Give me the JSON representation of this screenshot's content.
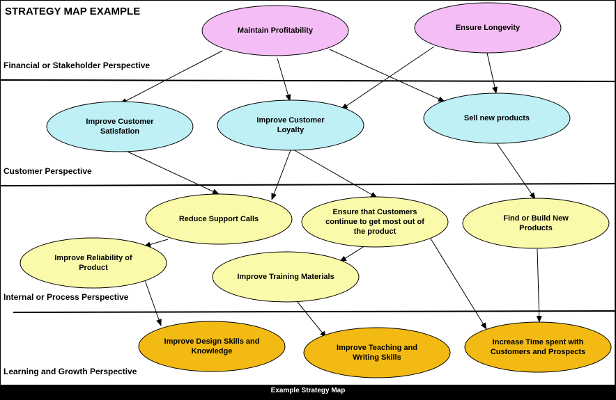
{
  "title": "STRATEGY MAP EXAMPLE",
  "caption": "Example Strategy Map",
  "lanes": [
    {
      "label": "Financial or Stakeholder Perspective"
    },
    {
      "label": "Customer Perspective"
    },
    {
      "label": "Internal or Process Perspective"
    },
    {
      "label": "Learning and Growth Perspective"
    }
  ],
  "nodes": [
    {
      "id": "maintain-profitability",
      "label": "Maintain Profitability",
      "fill": "#f5bdf5"
    },
    {
      "id": "ensure-longevity",
      "label": "Ensure Longevity",
      "fill": "#f5bdf5"
    },
    {
      "id": "improve-customer-satisfaction",
      "label": "Improve Customer\nSatisfation",
      "fill": "#bff0f5"
    },
    {
      "id": "improve-customer-loyalty",
      "label": "Improve Customer\nLoyalty",
      "fill": "#bff0f5"
    },
    {
      "id": "sell-new-products",
      "label": "Sell new products",
      "fill": "#bff0f5"
    },
    {
      "id": "reduce-support-calls",
      "label": "Reduce Support Calls",
      "fill": "#fafaaa"
    },
    {
      "id": "ensure-customers-get-most",
      "label": "Ensure that Customers\ncontinue to get most out of\nthe product",
      "fill": "#fafaaa"
    },
    {
      "id": "find-or-build-new-products",
      "label": "Find or Build New\nProducts",
      "fill": "#fafaaa"
    },
    {
      "id": "improve-reliability",
      "label": "Improve Reliability of\nProduct",
      "fill": "#fafaaa"
    },
    {
      "id": "improve-training-materials",
      "label": "Improve Training Materials",
      "fill": "#fafaaa"
    },
    {
      "id": "improve-design-skills",
      "label": "Improve Design Skills and\nKnowledge",
      "fill": "#f2ba12"
    },
    {
      "id": "improve-teaching-writing",
      "label": "Improve Teaching and\nWriting Skills",
      "fill": "#f2ba12"
    },
    {
      "id": "increase-time-customers",
      "label": "Increase Time spent with\nCustomers and Prospects",
      "fill": "#f2ba12"
    }
  ],
  "edges": [
    {
      "from": "maintain-profitability",
      "to": "improve-customer-satisfaction"
    },
    {
      "from": "maintain-profitability",
      "to": "improve-customer-loyalty"
    },
    {
      "from": "maintain-profitability",
      "to": "sell-new-products"
    },
    {
      "from": "ensure-longevity",
      "to": "improve-customer-loyalty"
    },
    {
      "from": "ensure-longevity",
      "to": "sell-new-products"
    },
    {
      "from": "improve-customer-satisfaction",
      "to": "reduce-support-calls"
    },
    {
      "from": "improve-customer-loyalty",
      "to": "reduce-support-calls"
    },
    {
      "from": "improve-customer-loyalty",
      "to": "ensure-customers-get-most"
    },
    {
      "from": "sell-new-products",
      "to": "find-or-build-new-products"
    },
    {
      "from": "reduce-support-calls",
      "to": "improve-reliability"
    },
    {
      "from": "ensure-customers-get-most",
      "to": "improve-training-materials"
    },
    {
      "from": "ensure-customers-get-most",
      "to": "increase-time-customers"
    },
    {
      "from": "improve-reliability",
      "to": "improve-design-skills"
    },
    {
      "from": "improve-training-materials",
      "to": "improve-teaching-writing"
    },
    {
      "from": "find-or-build-new-products",
      "to": "increase-time-customers"
    }
  ]
}
